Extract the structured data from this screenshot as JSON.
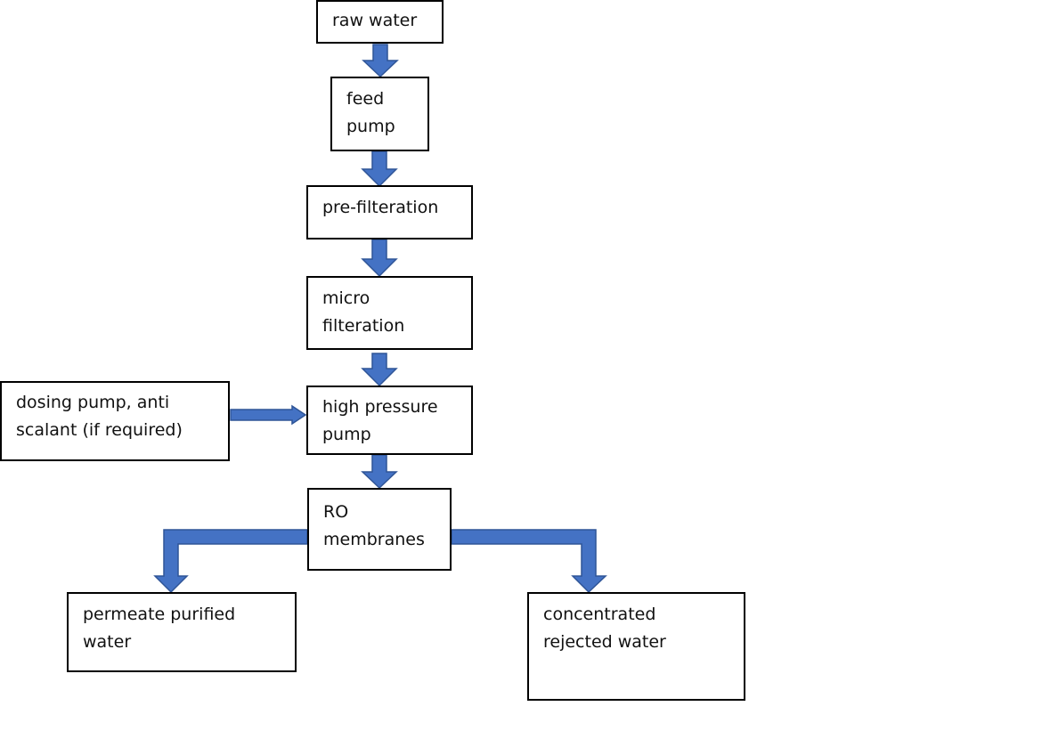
{
  "diagram": {
    "arrow_color": "#4472c4",
    "arrow_outline": "#2f5597",
    "border_color": "#000000",
    "nodes": {
      "raw_water": "raw water",
      "feed_pump": "feed pump",
      "pre_filtration": "pre-filteration",
      "micro_filtration": "micro filteration",
      "dosing_pump": "dosing pump, anti scalant (if required)",
      "high_pressure_pump": "high pressure pump",
      "ro_membranes": "RO membranes",
      "permeate": "permeate purified water",
      "concentrate": "concentrated rejected water"
    }
  }
}
